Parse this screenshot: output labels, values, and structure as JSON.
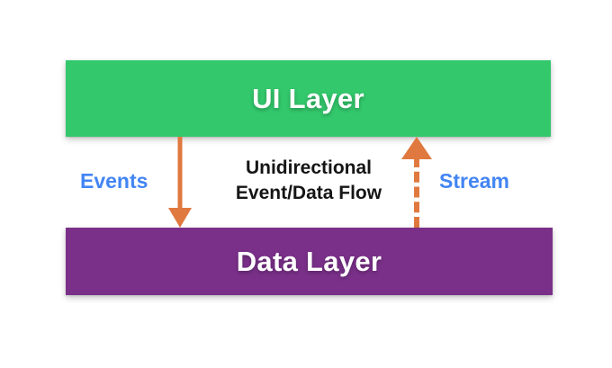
{
  "diagram": {
    "title": "Unidirectional Event/Data Flow",
    "background_color": "#FFFFFF",
    "layers": [
      {
        "name": "ui-layer",
        "label": "UI Layer",
        "fill_color": "#33C86C",
        "text_color": "#FFFFFF"
      },
      {
        "name": "data-layer",
        "label": "Data Layer",
        "fill_color": "#7A3089",
        "text_color": "#FFFFFF"
      }
    ],
    "connectors": [
      {
        "name": "events-arrow",
        "label": "Events",
        "direction": "down",
        "from": "UI Layer",
        "to": "Data Layer",
        "line_style": "solid",
        "color": "#E0793F",
        "label_color": "#4285F4"
      },
      {
        "name": "stream-arrow",
        "label": "Stream",
        "direction": "up",
        "from": "Data Layer",
        "to": "UI Layer",
        "line_style": "dashed",
        "color": "#E0793F",
        "label_color": "#4285F4"
      }
    ],
    "caption": {
      "line1": "Unidirectional",
      "line2": "Event/Data Flow",
      "color": "#151515"
    }
  }
}
